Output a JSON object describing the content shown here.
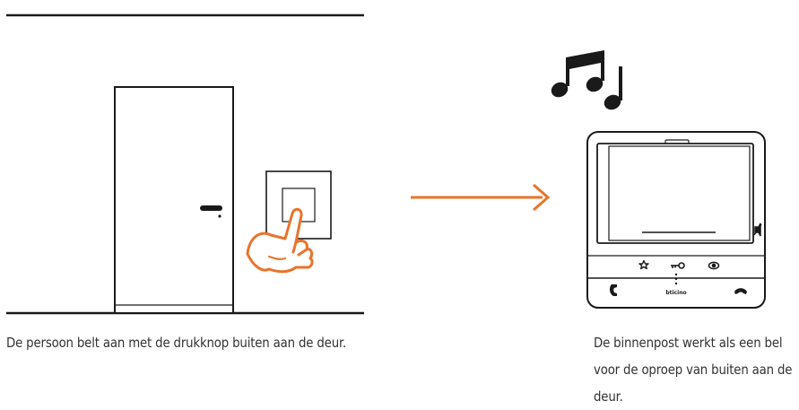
{
  "captions": {
    "left": "De persoon belt aan met de drukknop buiten aan de deur.",
    "right": "De binnenpost werkt als een bel voor de oproep van buiten aan de deur."
  },
  "device": {
    "brand": "bticino"
  },
  "icons": {
    "music": "music-notes-icon",
    "hand": "pressing-hand-icon",
    "arrow": "arrow-right-icon",
    "favorite": "star-icon",
    "door_lock": "key-icon",
    "camera": "eye-icon",
    "answer": "handset-answer-icon",
    "hangup": "handset-hangup-icon",
    "mute": "mute-icon"
  },
  "colors": {
    "accent": "#E8742C",
    "line": "#1a1a1a",
    "text": "#333333"
  }
}
